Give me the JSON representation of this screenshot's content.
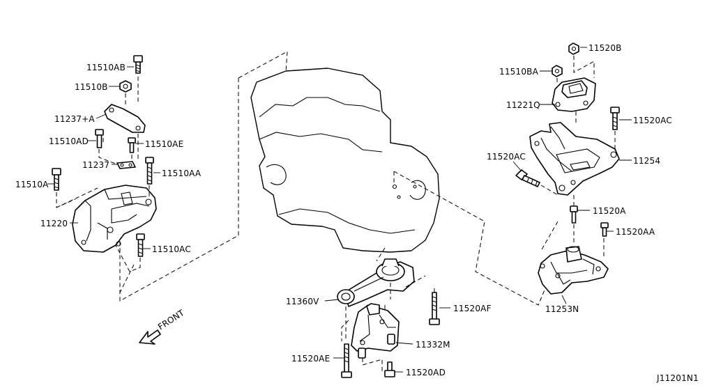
{
  "diagram_id": "J11201N1",
  "front_label": "FRONT",
  "labels": {
    "p11510AB": "11510AB",
    "p11510B": "11510B",
    "p11237A": "11237+A",
    "p11510AD": "11510AD",
    "p11510AE": "11510AE",
    "p11237": "11237",
    "p11510AA": "11510AA",
    "p11510A": "11510A",
    "p11220": "11220",
    "p11510AC": "11510AC",
    "p11520B": "11520B",
    "p11510BA": "11510BA",
    "p11221Q": "11221Q",
    "p11520AC_r": "11520AC",
    "p11520AC_l": "11520AC",
    "p11254": "11254",
    "p11520A": "11520A",
    "p11520AA": "11520AA",
    "p11253N": "11253N",
    "p11360V": "11360V",
    "p11520AF": "11520AF",
    "p11332M": "11332M",
    "p11520AE": "11520AE",
    "p11520AD": "11520AD"
  }
}
